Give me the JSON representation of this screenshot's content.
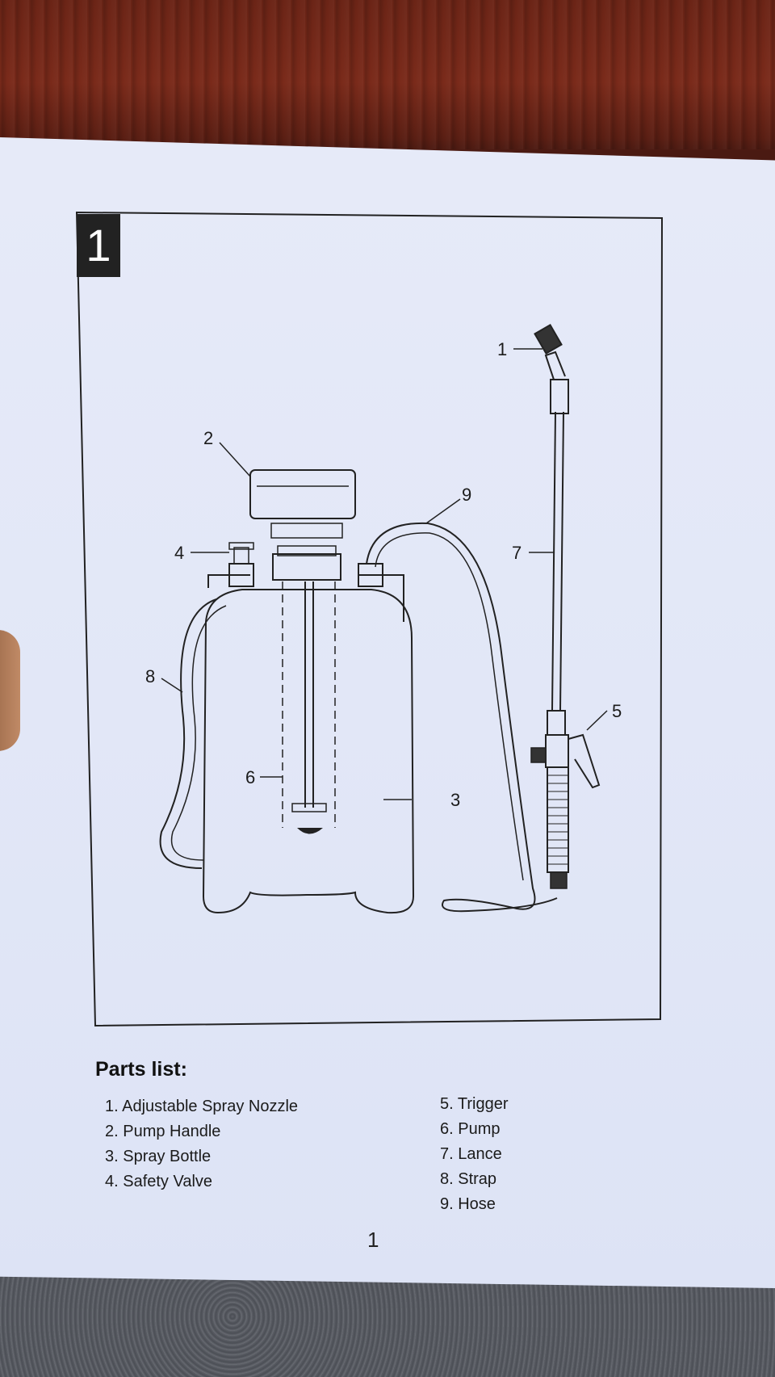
{
  "figure": {
    "number": "1",
    "callouts": [
      "1",
      "2",
      "3",
      "4",
      "5",
      "6",
      "7",
      "8",
      "9"
    ]
  },
  "parts": {
    "title": "Parts list:",
    "left_column": [
      "1. Adjustable Spray Nozzle",
      "2. Pump Handle",
      "3. Spray Bottle",
      "4. Safety Valve"
    ],
    "right_column": [
      "5. Trigger",
      "6. Pump",
      "7. Lance",
      "8. Strap",
      "9. Hose"
    ]
  },
  "page_number": "1"
}
